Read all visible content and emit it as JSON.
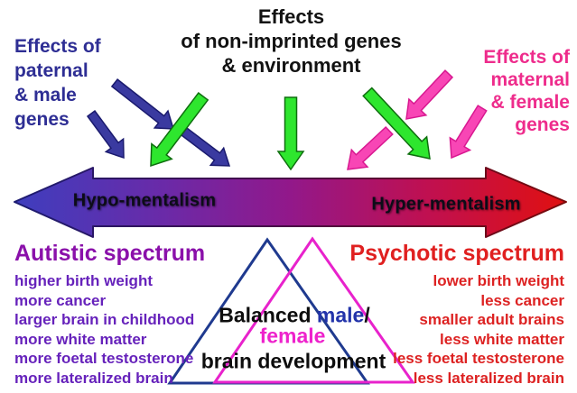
{
  "labels": {
    "top_left": "Effects of\npaternal\n& male\ngenes",
    "top_center": "Effects\nof non-imprinted genes\n& environment",
    "top_right": "Effects of\nmaternal\n& female\ngenes",
    "axis_left": "Hypo-mentalism",
    "axis_right": "Hyper-mentalism"
  },
  "autistic": {
    "heading": "Autistic spectrum",
    "items": [
      "higher birth weight",
      "more cancer",
      "larger brain in childhood",
      "more white matter",
      "more foetal testosterone",
      "more lateralized brain"
    ]
  },
  "psychotic": {
    "heading": "Psychotic spectrum",
    "items": [
      "lower birth weight",
      "less cancer",
      "smaller adult brains",
      "less white matter",
      "less foetal testosterone",
      "less lateralized brain"
    ]
  },
  "triangle_text": {
    "prefix": "Balanced ",
    "male": "male",
    "slash": "/",
    "female": "female",
    "line2": "brain development"
  },
  "colors": {
    "paternal_text": "#2E2E94",
    "maternal_text": "#EE2C8C",
    "navy_arrow": "#3A3AA0",
    "navy_arrow_edge": "#1A1A6E",
    "green_arrow": "#2EE62E",
    "green_arrow_edge": "#0E6E0E",
    "pink_arrow": "#F846B5",
    "pink_arrow_edge": "#D81890",
    "autistic_heading": "#8A10AA",
    "autistic_items": "#6622BB",
    "psychotic_heading": "#E02020",
    "psychotic_items": "#DD2222",
    "axis_gradient_left": "#3E3EBE",
    "axis_gradient_mid": "#92188A",
    "axis_gradient_right": "#E01010",
    "male_triangle": "#1F3A8F",
    "female_triangle": "#E822CC",
    "male_text": "#2233AA",
    "female_text": "#EE22CC"
  }
}
